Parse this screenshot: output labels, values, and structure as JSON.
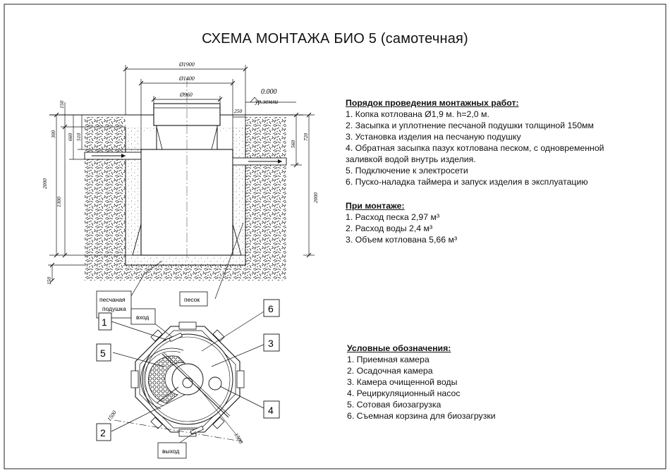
{
  "title": "СХЕМА МОНТАЖА БИО 5 (самотечная)",
  "work_order": {
    "header": "Порядок проведения монтажных работ:",
    "items": [
      "1. Копка котлована Ø1,9 м. h=2,0 м.",
      "2. Засыпка и уплотнение песчаной подушки толщиной 150мм",
      "3. Установка изделия на песчаную подушку",
      "4. Обратная засыпка пазух котлована песком, с одновременной",
      "заливкой водой внутрь изделия.",
      "5. Подключение к электросети",
      "6. Пуско-наладка таймера и запуск изделия в эксплуатацию"
    ]
  },
  "install": {
    "header": "При монтаже:",
    "items": [
      "1. Расход песка 2,97 м³",
      "2. Расход воды 2,4 м³",
      "3. Объем котлована 5,66 м³"
    ]
  },
  "legend": {
    "header": "Условные обозначения:",
    "items": [
      "1. Приемная камера",
      "2. Осадочная камера",
      "3. Камера очищенной воды",
      "4. Рециркуляционный насос",
      "5. Сотовая биозагрузка",
      "6. Съемная корзина для биозагрузки"
    ]
  },
  "dimensions": {
    "d1900": "Ø1900",
    "d1400": "Ø1400",
    "d960": "Ø960",
    "level": "0.000",
    "ground": "ур.земли",
    "d250": "250",
    "d150_top": "150",
    "d300": "300",
    "d660": "660",
    "d510": "510",
    "d560": "560",
    "d720": "720",
    "d2000_left": "2000",
    "d1300": "1300",
    "d2000_right": "2000",
    "d150_bottom": "150",
    "d1500_a": "1500",
    "d1500_b": "1500"
  },
  "labels": {
    "sand_cushion": "песчаная подушка",
    "sand": "песок",
    "inlet": "вход",
    "outlet": "выход",
    "n1": "1",
    "n2": "2",
    "n3": "3",
    "n4": "4",
    "n5": "5",
    "n6": "6"
  }
}
